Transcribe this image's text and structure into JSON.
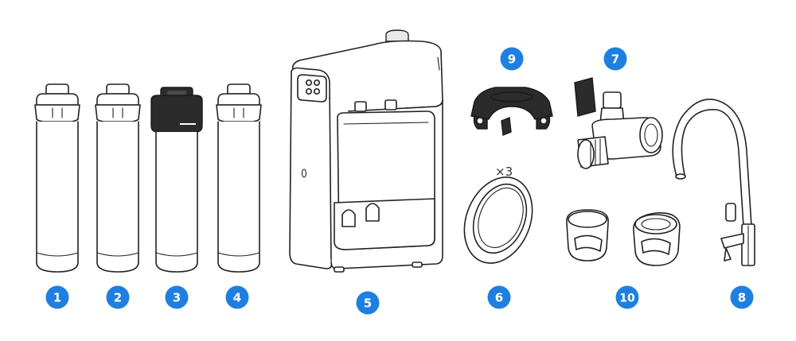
{
  "accent_color": "#1e7fe0",
  "parts": [
    {
      "number": "1",
      "icon": "filter-cartridge-icon"
    },
    {
      "number": "2",
      "icon": "filter-cartridge-icon"
    },
    {
      "number": "3",
      "icon": "filter-cartridge-dark-cap-icon"
    },
    {
      "number": "4",
      "icon": "filter-cartridge-icon"
    },
    {
      "number": "5",
      "icon": "filtration-unit-housing-icon"
    },
    {
      "number": "6",
      "icon": "sealing-ring-icon",
      "quantity": "×3"
    },
    {
      "number": "7",
      "icon": "ball-valve-tee-icon"
    },
    {
      "number": "8",
      "icon": "faucet-icon"
    },
    {
      "number": "9",
      "icon": "drain-saddle-clamp-icon"
    },
    {
      "number": "10",
      "icon": "quick-connect-adapter-icon"
    }
  ]
}
